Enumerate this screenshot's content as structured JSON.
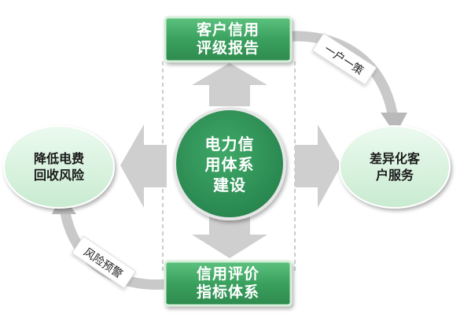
{
  "colors": {
    "box_green": "#3aa05e",
    "center_green": "#2f8c55",
    "oval_fill": "#d8f2dc",
    "arrow_gray": "#c8c8c8"
  },
  "top_box": {
    "lines": [
      "客户信用",
      "评级报告"
    ]
  },
  "bottom_box": {
    "lines": [
      "信用评价",
      "指标体系"
    ]
  },
  "center": {
    "lines": [
      "电力信",
      "用体系",
      "建设"
    ]
  },
  "left_oval": {
    "lines": [
      "降低电费",
      "回收风险"
    ]
  },
  "right_oval": {
    "lines": [
      "差异化客",
      "户服务"
    ]
  },
  "tags": {
    "top_right": "一户一策",
    "bottom_left": "风险预警"
  }
}
